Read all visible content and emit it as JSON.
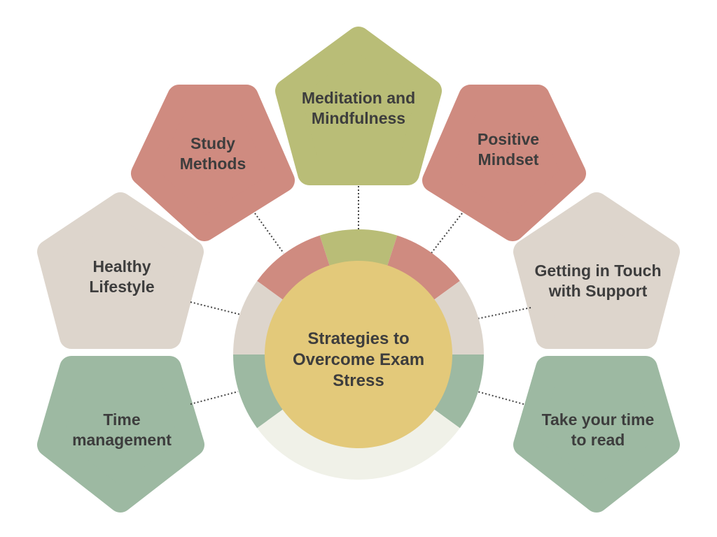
{
  "title": "Strategies to Overcome Exam Stress",
  "colors": {
    "red": "#CF8B80",
    "olive": "#B9BD77",
    "beige": "#DDD5CC",
    "sage": "#9DB9A2",
    "light": "#F0F1E8",
    "center": "#E3C97A",
    "text": "#3d3d3d"
  },
  "nodes": [
    {
      "label": "Meditation and Mindfulness",
      "color": "olive"
    },
    {
      "label": "Study Methods",
      "color": "red"
    },
    {
      "label": "Positive Mindset",
      "color": "red"
    },
    {
      "label": "Healthy Lifestyle",
      "color": "beige"
    },
    {
      "label": "Getting in Touch with Support",
      "color": "beige"
    },
    {
      "label": "Time management",
      "color": "sage"
    },
    {
      "label": "Take your time to read",
      "color": "sage"
    }
  ]
}
